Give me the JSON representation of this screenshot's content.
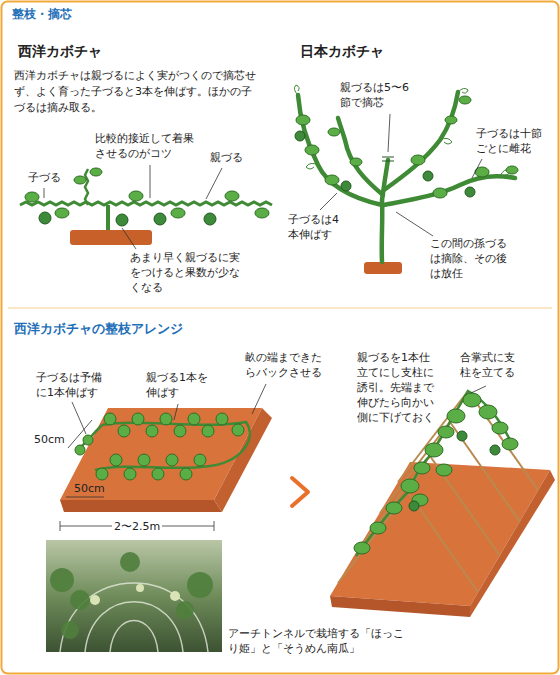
{
  "diagram": {
    "title": "整枝・摘芯",
    "labels": [
      "西洋カボチャ",
      "西洋カボチャは親づるによく実がつくので摘芯せず、よく育った子づると3本を伸ばす。ほかの子づるは摘み取る。",
      "比較的接近して着果させるのがコツ",
      "子づる",
      "親づる",
      "あまり早く親づるに実をつけると果数が少なくなる",
      "日本カボチャ",
      "親づるは5〜6節で摘芯",
      "子づるは十節ごとに雌花",
      "子づるは4本伸ばす",
      "この間の孫づるは摘除、その後は放任",
      "西洋カボチャの整枝アレンジ",
      "子づるは予備に1本伸ばす",
      "親づる1本を伸ばす",
      "畝の端まできたらバックさせる",
      "50cm",
      "50cm",
      "2〜2.5m",
      "親づるを1本仕立てにし支柱に誘引。先端まで伸びたら向かい側に下げておく",
      "合掌式に支柱を立てる",
      "アーチトンネルで栽培する「ほっこり姫」と「そうめん南瓜」"
    ]
  }
}
